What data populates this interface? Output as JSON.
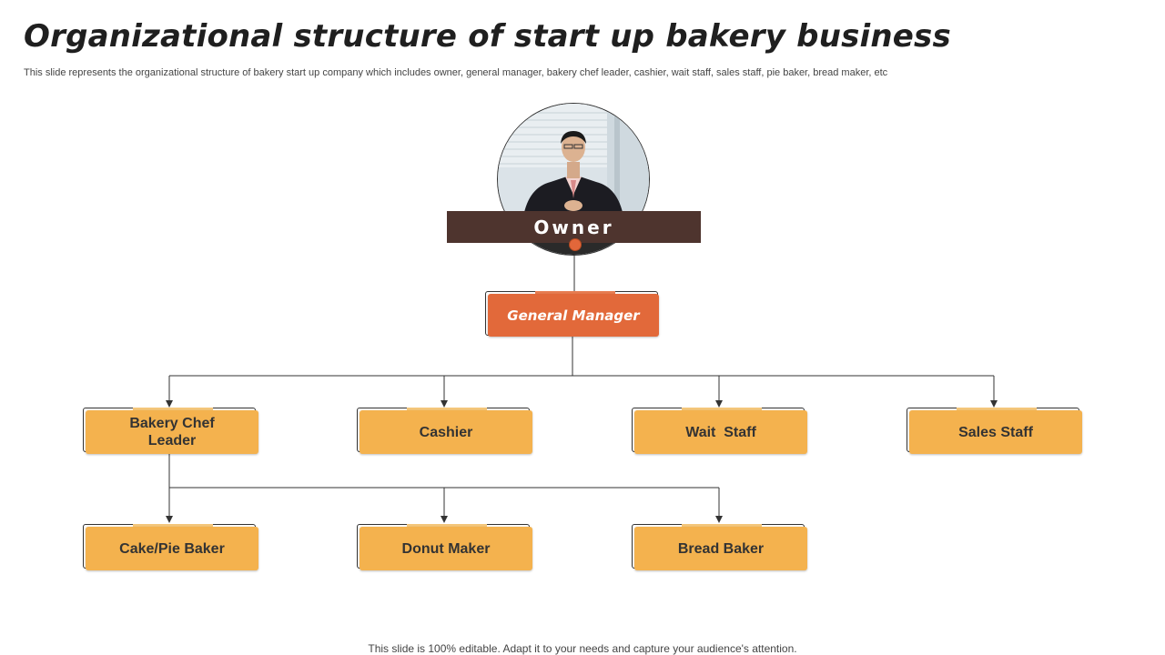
{
  "slide": {
    "title": "Organizational structure of start up bakery business",
    "subtitle": "This slide represents the organizational structure of bakery start up company which includes owner, general manager, bakery chef leader, cashier, wait staff,  sales staff, pie baker, bread maker, etc",
    "footer": "This slide is 100% editable. Adapt it to your needs and capture your audience's attention."
  },
  "chart": {
    "owner": {
      "label": "Owner"
    },
    "general_manager": {
      "label": "General Manager"
    },
    "level2": [
      {
        "label": "Bakery Chef Leader"
      },
      {
        "label": "Cashier"
      },
      {
        "label": "Wait  Staff"
      },
      {
        "label": "Sales Staff"
      }
    ],
    "level3": [
      {
        "label": "Cake/Pie Baker"
      },
      {
        "label": "Donut Maker"
      },
      {
        "label": "Bread Baker"
      }
    ]
  },
  "colors": {
    "owner_bar": "#4e342e",
    "general_manager": "#e2693a",
    "role_box": "#f4b24e",
    "connector": "#333333"
  },
  "icons": {
    "owner_photo": "businessman-portrait"
  }
}
